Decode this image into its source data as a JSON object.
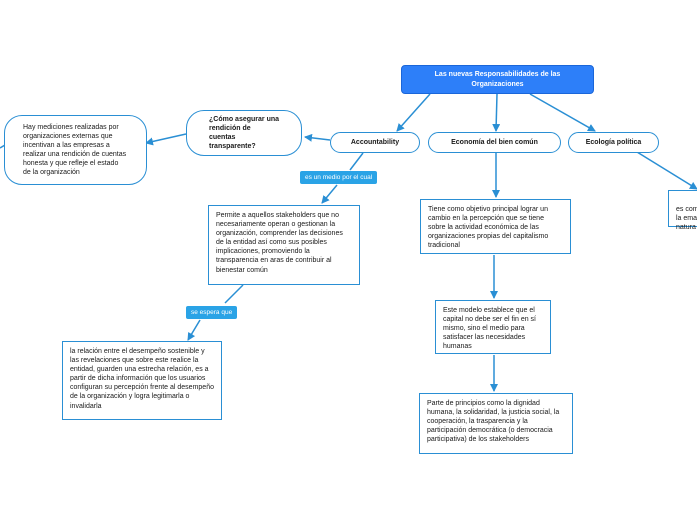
{
  "root": {
    "text": "Las nuevas Responsabilidades de las Organizaciones"
  },
  "branches": {
    "accountability": "Accountability",
    "economia": "Economía del bien común",
    "ecologia": "Ecología política"
  },
  "question": "¿Cómo asegurar una rendición de cuentas transparente?",
  "mediciones": "Hay mediciones realizadas por organizaciones externas que incentivan a las empresas a realizar una rendición de cuentas honesta y que refleje el estado de la organización",
  "link_labels": {
    "medio": "es un medio por el cual",
    "espera": "se espera que"
  },
  "accountability_desc": "Permite a aquellos stakeholders que no necesariamente operan o gestionan la organización, comprender las decisiones de la entidad así como sus posibles implicaciones, promoviendo la transparencia en aras de contribuir al bienestar común",
  "accountability_result": "la relación entre el desempeño sostenible y las revelaciones que sobre este realice la entidad, guarden una estrecha relación, es a partir de dicha información que los usuarios configuran su percepción frente al desempeño de la organización y logra legitimarla o invalidarla",
  "economia_1": "Tiene como objetivo principal lograr un cambio en la percepción que se tiene sobre la actividad económica de las organizaciones propias del capitalismo tradicional",
  "economia_2": "Este modelo establece que el capital no debe ser el fin en sí mismo, sino el medio para satisfacer las necesidades humanas",
  "economia_3": "Parte de principios como la dignidad humana, la solidaridad, la justicia social, la cooperación, la trasparencia y la participación democrática (o democracia participativa) de los stakeholders",
  "ecologia_desc": "es com\nla ema\nnatura"
}
